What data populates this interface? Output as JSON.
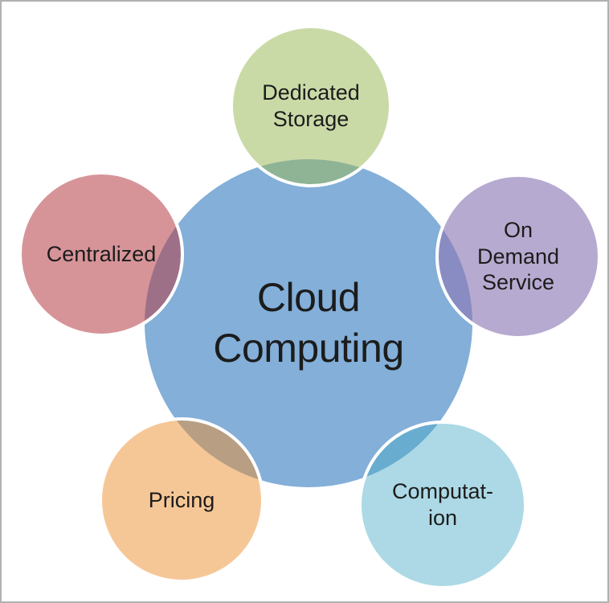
{
  "colors": {
    "background": "#FFFFFF",
    "frame_border": "#B1B1B1",
    "text": "#1C1C1C",
    "node_stroke": "#FFFFFF",
    "center_fill": "#83AFD9",
    "green_fill": "rgba(154,186,88,0.53)",
    "red_fill": "rgba(180,60,70,0.55)",
    "purple_fill": "rgba(141,120,181,0.63)",
    "orange_fill": "rgba(238,144,45,0.50)",
    "cyan_fill": "rgba(72,170,197,0.45)"
  },
  "diagram": {
    "center": {
      "label": "Cloud Computing",
      "lines": [
        "Cloud",
        "Computing"
      ],
      "fill": "#83AFD9"
    },
    "nodes": [
      {
        "label": "Dedicated Storage",
        "lines": [
          "Dedicated",
          "Storage"
        ],
        "position": "top",
        "fill": "rgba(154,186,88,0.53)"
      },
      {
        "label": "On Demand Service",
        "lines": [
          "On",
          "Demand",
          "Service"
        ],
        "position": "right",
        "fill": "rgba(141,120,181,0.63)"
      },
      {
        "label": "Computation",
        "lines": [
          "Computat-",
          "ion"
        ],
        "position": "bottom-right",
        "fill": "rgba(72,170,197,0.45)"
      },
      {
        "label": "Pricing",
        "lines": [
          "Pricing"
        ],
        "position": "bottom-left",
        "fill": "rgba(238,144,45,0.50)"
      },
      {
        "label": "Centralized",
        "lines": [
          "Centralized"
        ],
        "position": "left",
        "fill": "rgba(180,60,70,0.55)"
      }
    ]
  }
}
